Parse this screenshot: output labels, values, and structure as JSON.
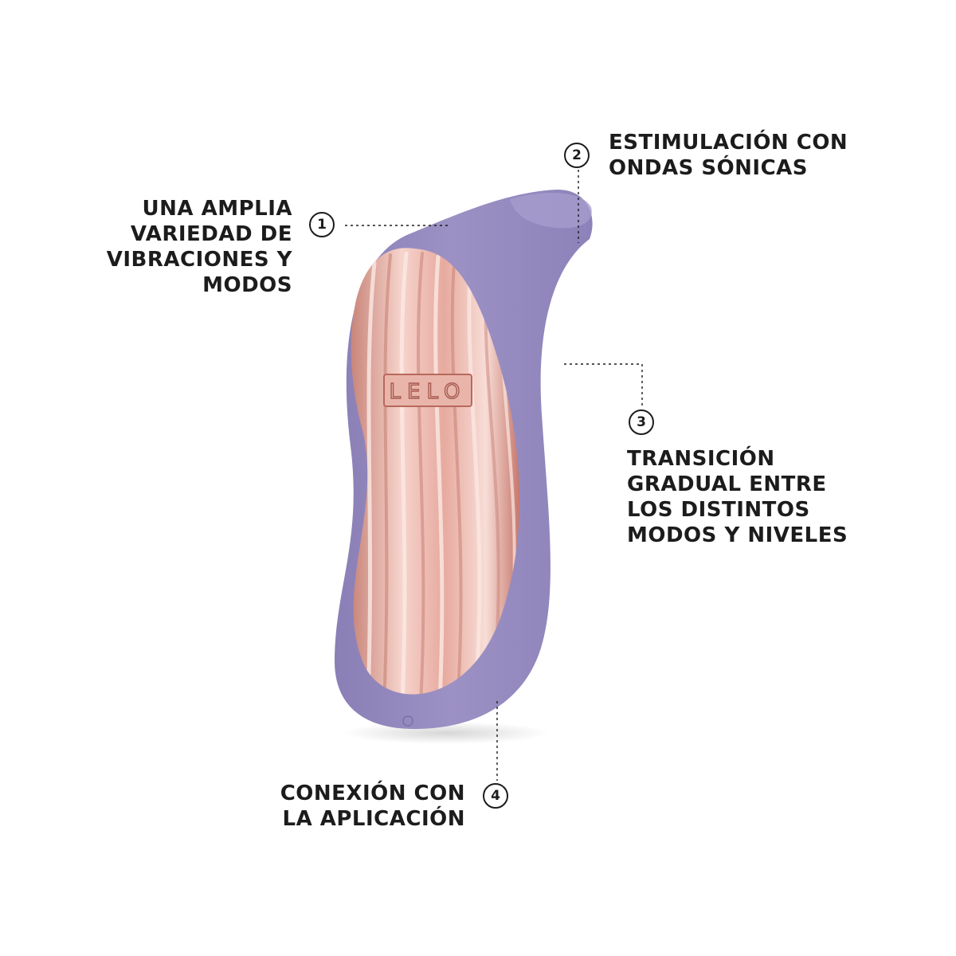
{
  "colors": {
    "background": "#ffffff",
    "body": "#9a8fc2",
    "body_shadow": "#8479b0",
    "face": "#e8b2a8",
    "face_highlight": "#f9e2dc",
    "face_shadow": "#c97f74",
    "text": "#1c1c1c"
  },
  "product": {
    "logo_text": "LELO"
  },
  "callouts": [
    {
      "number": "1",
      "lines": [
        "UNA AMPLIA",
        "VARIEDAD DE",
        "VIBRACIONES Y",
        "MODOS"
      ]
    },
    {
      "number": "2",
      "lines": [
        "ESTIMULACIÓN CON",
        "ONDAS SÓNICAS"
      ]
    },
    {
      "number": "3",
      "lines": [
        "TRANSICIÓN",
        "GRADUAL ENTRE",
        "LOS DISTINTOS",
        "MODOS Y NIVELES"
      ]
    },
    {
      "number": "4",
      "lines": [
        "CONEXIÓN CON",
        "LA APLICACIÓN"
      ]
    }
  ]
}
